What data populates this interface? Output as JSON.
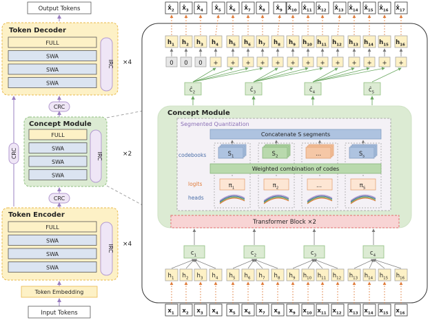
{
  "left": {
    "output_tokens": "Output Tokens",
    "input_tokens": "Input Tokens",
    "token_embedding": "Token Embedding",
    "decoder": {
      "title": "Token Decoder",
      "layers": [
        "FULL",
        "SWA",
        "SWA",
        "SWA"
      ],
      "irc": "IRC",
      "repeat": "×4"
    },
    "concept": {
      "title": "Concept Module",
      "layers": [
        "FULL",
        "SWA",
        "SWA",
        "SWA"
      ],
      "irc": "IRC",
      "repeat": "×2"
    },
    "encoder": {
      "title": "Token Encoder",
      "layers": [
        "FULL",
        "SWA",
        "SWA",
        "SWA"
      ],
      "irc": "IRC",
      "repeat": "×4"
    },
    "crc_top": "CRC",
    "crc_side": "CRC",
    "crc_bottom": "CRC"
  },
  "right": {
    "output_x": [
      {
        "b": "x̂",
        "s": "2"
      },
      {
        "b": "x̂",
        "s": "3"
      },
      {
        "b": "x̂",
        "s": "4"
      },
      {
        "b": "x̂",
        "s": "5"
      },
      {
        "b": "x̂",
        "s": "6"
      },
      {
        "b": "x̂",
        "s": "7"
      },
      {
        "b": "x̂",
        "s": "8"
      },
      {
        "b": "x̂",
        "s": "9"
      },
      {
        "b": "x̂",
        "s": "10"
      },
      {
        "b": "x̂",
        "s": "11"
      },
      {
        "b": "x̂",
        "s": "12"
      },
      {
        "b": "x̂",
        "s": "13"
      },
      {
        "b": "x̂",
        "s": "14"
      },
      {
        "b": "x̂",
        "s": "15"
      },
      {
        "b": "x̂",
        "s": "16"
      },
      {
        "b": "x̂",
        "s": "17"
      }
    ],
    "top_h": [
      {
        "b": "h",
        "s": "1"
      },
      {
        "b": "h",
        "s": "2"
      },
      {
        "b": "h",
        "s": "3"
      },
      {
        "b": "h",
        "s": "4"
      },
      {
        "b": "h",
        "s": "5"
      },
      {
        "b": "h",
        "s": "6"
      },
      {
        "b": "h",
        "s": "7"
      },
      {
        "b": "h",
        "s": "8"
      },
      {
        "b": "h",
        "s": "9"
      },
      {
        "b": "h",
        "s": "10"
      },
      {
        "b": "h",
        "s": "11"
      },
      {
        "b": "h",
        "s": "12"
      },
      {
        "b": "h",
        "s": "13"
      },
      {
        "b": "h",
        "s": "14"
      },
      {
        "b": "h",
        "s": "15"
      },
      {
        "b": "h",
        "s": "16"
      }
    ],
    "ops": [
      "0",
      "0",
      "0",
      "+",
      "+",
      "+",
      "+",
      "+",
      "+",
      "+",
      "+",
      "+",
      "+",
      "+",
      "+",
      "+"
    ],
    "c_hat": [
      {
        "b": "ĉ",
        "s": "2"
      },
      {
        "b": "ĉ",
        "s": "3"
      },
      {
        "b": "ĉ",
        "s": "4"
      },
      {
        "b": "ĉ",
        "s": "5"
      }
    ],
    "concept_title": "Concept Module",
    "segmented_quantization": "Segmented Quantization",
    "concatenate": "Concatenate S segments",
    "codebooks_label": "codebooks",
    "codebooks": [
      {
        "b": "S",
        "s": "1"
      },
      {
        "b": "S",
        "s": "2"
      },
      {
        "b": "...",
        "s": ""
      },
      {
        "b": "S",
        "s": "s"
      }
    ],
    "weighted": "Weighted combination of codes",
    "logits_label": "logits",
    "logits": [
      {
        "b": "π",
        "s": "1"
      },
      {
        "b": "π",
        "s": "2"
      },
      {
        "b": "...",
        "s": ""
      },
      {
        "b": "π",
        "s": "S"
      }
    ],
    "heads_label": "heads",
    "transformer": "Transformer Block ×2",
    "c": [
      {
        "b": "c",
        "s": "1"
      },
      {
        "b": "c",
        "s": "2"
      },
      {
        "b": "c",
        "s": "3"
      },
      {
        "b": "c",
        "s": "4"
      }
    ],
    "bottom_h": [
      {
        "b": "h",
        "s": "1"
      },
      {
        "b": "h",
        "s": "2"
      },
      {
        "b": "h",
        "s": "3"
      },
      {
        "b": "h",
        "s": "4"
      },
      {
        "b": "h",
        "s": "5"
      },
      {
        "b": "h",
        "s": "6"
      },
      {
        "b": "h",
        "s": "7"
      },
      {
        "b": "h",
        "s": "8"
      },
      {
        "b": "h",
        "s": "9"
      },
      {
        "b": "h",
        "s": "10"
      },
      {
        "b": "h",
        "s": "11"
      },
      {
        "b": "h",
        "s": "12"
      },
      {
        "b": "h",
        "s": "13"
      },
      {
        "b": "h",
        "s": "14"
      },
      {
        "b": "h",
        "s": "15"
      },
      {
        "b": "h",
        "s": "16"
      }
    ],
    "input_x": [
      {
        "b": "x",
        "s": "1"
      },
      {
        "b": "x",
        "s": "2"
      },
      {
        "b": "x",
        "s": "3"
      },
      {
        "b": "x",
        "s": "4"
      },
      {
        "b": "x",
        "s": "5"
      },
      {
        "b": "x",
        "s": "6"
      },
      {
        "b": "x",
        "s": "7"
      },
      {
        "b": "x",
        "s": "8"
      },
      {
        "b": "x",
        "s": "9"
      },
      {
        "b": "x",
        "s": "10"
      },
      {
        "b": "x",
        "s": "11"
      },
      {
        "b": "x",
        "s": "12"
      },
      {
        "b": "x",
        "s": "13"
      },
      {
        "b": "x",
        "s": "14"
      },
      {
        "b": "x",
        "s": "15"
      },
      {
        "b": "x",
        "s": "16"
      }
    ]
  },
  "colors": {
    "yellow_fill": "#fdf1c6",
    "yellow_stroke": "#e8b84a",
    "green_fill": "#dcebd3",
    "green_stroke": "#8fbf7f",
    "blue_fill": "#dbe4f1",
    "purple": "#b39ad0",
    "purple_fill": "#efe6f6",
    "orange": "#e07b39",
    "pink_fill": "#f8d4d4",
    "pink_stroke": "#e06b6b"
  }
}
